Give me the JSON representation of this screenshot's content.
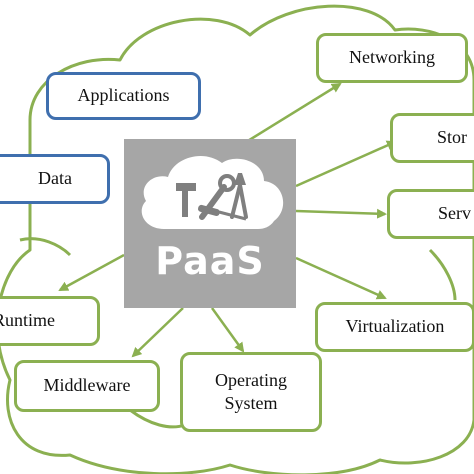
{
  "diagram": {
    "center": {
      "label": "PaaS",
      "icon": "tools-cloud-icon"
    },
    "colors": {
      "green": "#8bb051",
      "blue": "#3f6fae",
      "center_bg": "#a6a6a6"
    },
    "managed_by_user": {
      "applications": "Applications",
      "data": "Data"
    },
    "managed_by_provider": {
      "networking": "Networking",
      "storage": "Stor",
      "servers": "Serv",
      "virtualization": "Virtualization",
      "operating_system_line1": "Operating",
      "operating_system_line2": "System",
      "middleware": "Middleware",
      "runtime": "Runtime"
    }
  }
}
